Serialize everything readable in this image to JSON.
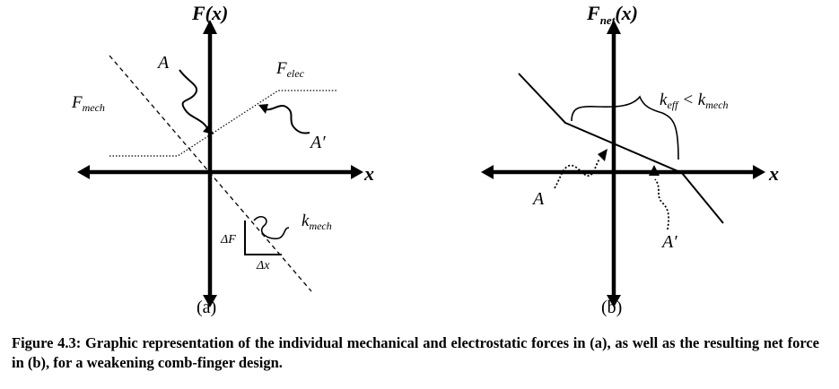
{
  "panel_a": {
    "y_axis_label": "F(x)",
    "x_axis_label": "x",
    "label_A": "A",
    "label_A_prime": "A′",
    "label_F": "F",
    "label_F_mech_sub": "mech",
    "label_F_elec_sub": "elec",
    "label_k": "k",
    "label_k_sub": "mech",
    "label_dF": "ΔF",
    "label_dx": "Δx",
    "panel_label": "(a)"
  },
  "panel_b": {
    "y_axis_label_F": "F",
    "y_axis_label_sub": "net",
    "y_axis_label_arg": "(x)",
    "x_axis_label": "x",
    "k_label_k": "k",
    "k_label_eff_sub": "eff",
    "k_label_lt": " < k",
    "k_label_mech_sub": "mech",
    "label_A": "A",
    "label_A_prime": "A′",
    "panel_label": "(b)"
  },
  "caption": "Figure 4.3: Graphic representation of the individual mechanical and electrostatic forces in (a), as well as the resulting net force in (b), for a weakening comb-finger design."
}
